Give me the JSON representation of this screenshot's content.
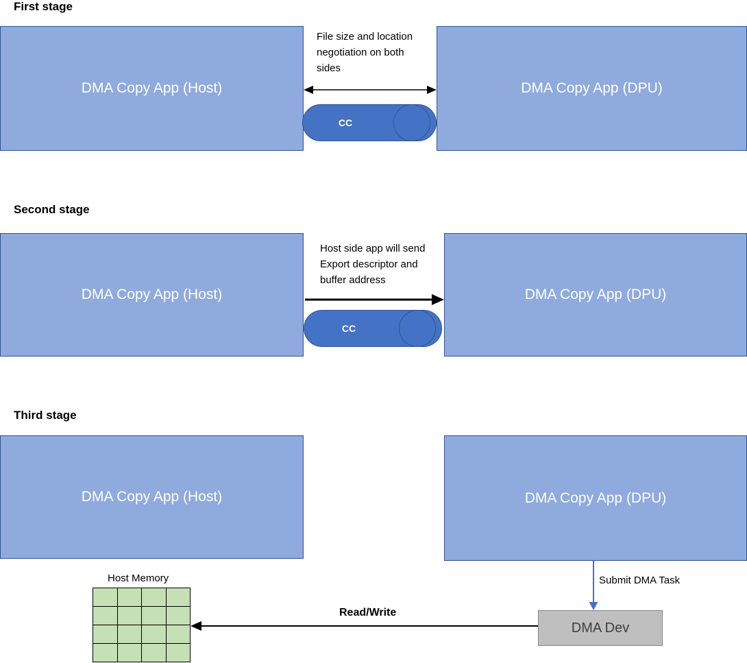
{
  "stages": [
    {
      "heading": "First stage",
      "host_box": "DMA Copy App (Host)",
      "dpu_box": "DMA Copy App (DPU)",
      "annotation": "File size and location negotiation on both sides",
      "cc": "CC"
    },
    {
      "heading": "Second stage",
      "host_box": "DMA Copy App (Host)",
      "dpu_box": "DMA Copy App (DPU)",
      "annotation": "Host side app will send Export descriptor and buffer address",
      "cc": "CC"
    },
    {
      "heading": "Third stage",
      "host_box": "DMA Copy App (Host)",
      "dpu_box": "DMA Copy App (DPU)",
      "submit_dma_task": "Submit DMA Task",
      "dma_dev": "DMA Dev",
      "read_write": "Read/Write",
      "host_memory": "Host Memory"
    }
  ],
  "memory_grid": {
    "rows": 4,
    "cols": 4
  },
  "colors": {
    "box_fill": "#8faadc",
    "box_border": "#2f5597",
    "box_text": "#ffffff",
    "cc_fill": "#4472c4",
    "cc_border": "#2f5597",
    "dma_dev_fill": "#bfbfbf",
    "dma_dev_border": "#858585",
    "dma_dev_text": "#3f3f3f",
    "memory_cell_fill": "#c5e0b4",
    "memory_cell_border": "#000000",
    "arrow_blue": "#4472c4",
    "arrow_black": "#000000"
  }
}
